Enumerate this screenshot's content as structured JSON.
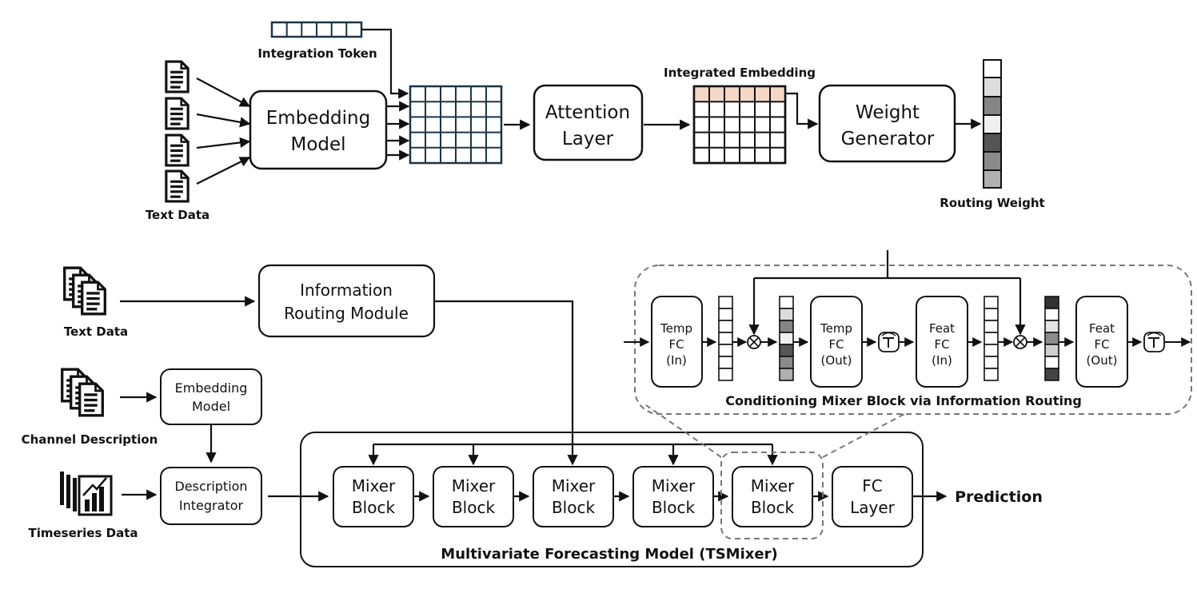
{
  "top": {
    "integration_token": "Integration Token",
    "text_data": "Text Data",
    "embedding_model": [
      "Embedding",
      "Model"
    ],
    "attention_layer": [
      "Attention",
      "Layer"
    ],
    "integrated_embedding": "Integrated Embedding",
    "weight_generator": [
      "Weight",
      "Generator"
    ],
    "routing_weight": "Routing Weight"
  },
  "bottom": {
    "text_data": "Text Data",
    "channel_description": "Channel Description",
    "timeseries_data": "Timeseries Data",
    "routing_module": [
      "Information",
      "Routing Module"
    ],
    "embedding_model": [
      "Embedding",
      "Model"
    ],
    "description_integrator": [
      "Description",
      "Integrator"
    ],
    "mixer_blocks": [
      [
        "Mixer",
        "Block"
      ],
      [
        "Mixer",
        "Block"
      ],
      [
        "Mixer",
        "Block"
      ],
      [
        "Mixer",
        "Block"
      ],
      [
        "Mixer",
        "Block"
      ]
    ],
    "fc_layer": [
      "FC",
      "Layer"
    ],
    "prediction": "Prediction",
    "tsmixer_caption": "Multivariate Forecasting Model (TSMixer)"
  },
  "detail": {
    "temp_fc_in": [
      "Temp",
      "FC",
      "(In)"
    ],
    "temp_fc_out": [
      "Temp",
      "FC",
      "(Out)"
    ],
    "feat_fc_in": [
      "Feat",
      "FC",
      "(In)"
    ],
    "feat_fc_out": [
      "Feat",
      "FC",
      "(Out)"
    ],
    "caption": "Conditioning Mixer Block via Information Routing"
  },
  "colors": {
    "grid_dark": "#1d3346",
    "highlight": "#f6d7c6",
    "dashed": "#777777"
  }
}
